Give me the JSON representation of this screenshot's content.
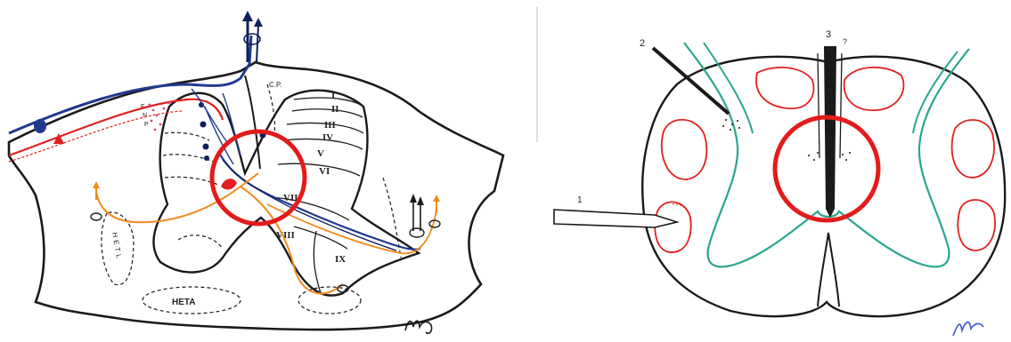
{
  "colors": {
    "ink": "#1a1a1a",
    "highlight_circle": "#e31b1b",
    "red_pathway": "#e02020",
    "orange_pathway": "#f08a1c",
    "blue_pathway": "#1f3a8f",
    "navy_pathway": "#0f1f5a",
    "teal_outline": "#2aa58e",
    "pink_dots": "#e040a0",
    "signature_blue": "#4a62d6"
  },
  "left_panel": {
    "laminae": [
      "I",
      "II",
      "III",
      "IV",
      "V",
      "VI",
      "VII",
      "VIII",
      "IX"
    ],
    "tract_labels": {
      "cp": "C.P.",
      "heta": "HETA",
      "hetl": "HETL"
    },
    "dorsal_nucleus_labels": [
      "F",
      "N",
      "P"
    ],
    "signature": "MJ"
  },
  "right_panel": {
    "electrode_labels": [
      "1",
      "2",
      "3"
    ],
    "extra_label": "?",
    "signature": "ML"
  }
}
